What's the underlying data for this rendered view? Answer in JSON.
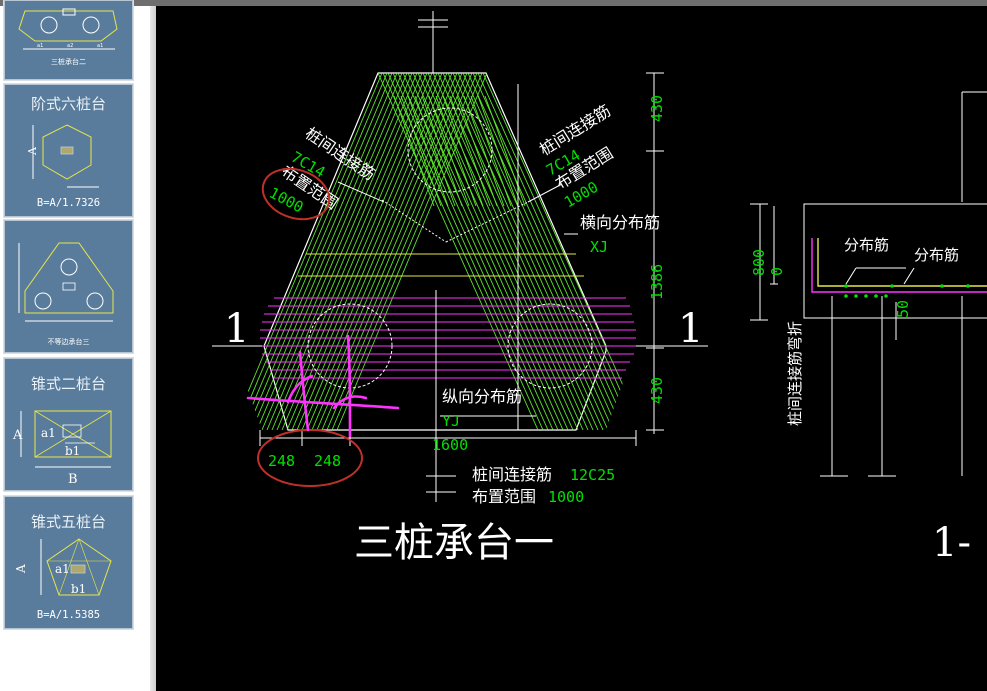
{
  "sidebar": {
    "cards": [
      {
        "title": "",
        "caption": "三桩承台二"
      },
      {
        "title": "阶式六桩台",
        "caption": "B=A/1.7326",
        "dim_a": "A"
      },
      {
        "title": "",
        "caption": "不等边承台三"
      },
      {
        "title": "锥式二桩台",
        "caption": "",
        "dim_a": "A",
        "dim_a1": "a1",
        "dim_b1": "b1",
        "dim_b": "B"
      },
      {
        "title": "锥式五桩台",
        "caption": "B=A/1.5385",
        "dim_a": "A",
        "dim_a1": "a1",
        "dim_b1": "b1"
      }
    ]
  },
  "drawing": {
    "title": "三桩承台一",
    "section_mark_left": "1",
    "section_mark_right": "1",
    "label_link_left": "桩间连接筋",
    "label_link_left_spec": "7C14",
    "label_range_left": "布置范围",
    "label_range_left_val": "1000",
    "label_link_right": "桩间连接筋",
    "label_link_right_spec": "7C14",
    "label_range_right": "布置范围",
    "label_range_right_val": "1000",
    "label_transverse": "横向分布筋",
    "label_xj": "XJ",
    "label_longitudinal": "纵向分布筋",
    "label_yj": "YJ",
    "label_bottom_link": "桩间连接筋",
    "label_bottom_link_spec": "12C25",
    "label_bottom_range": "布置范围",
    "label_bottom_range_val": "1000",
    "dim_430_top": "430",
    "dim_1386": "1386",
    "dim_430_bottom": "430",
    "dim_1600": "1600",
    "dim_248_a": "248",
    "dim_248_b": "248",
    "section_dim_800": "800",
    "section_dim_0": "0",
    "section_dim_50": "50",
    "section_label_dist1": "分布筋",
    "section_label_dist2": "分布筋",
    "section_label_bend": "桩间连接筋弯折",
    "section_title": "1-"
  },
  "colors": {
    "canvas": "#000000",
    "green_text": "#00e000",
    "white_line": "#ffffff",
    "rebar_green": "#66ff33",
    "magenta": "#ff33ff",
    "annotation_red": "#c0302a",
    "yellow": "#e6e64a",
    "card_bg": "#5a7c9c"
  }
}
